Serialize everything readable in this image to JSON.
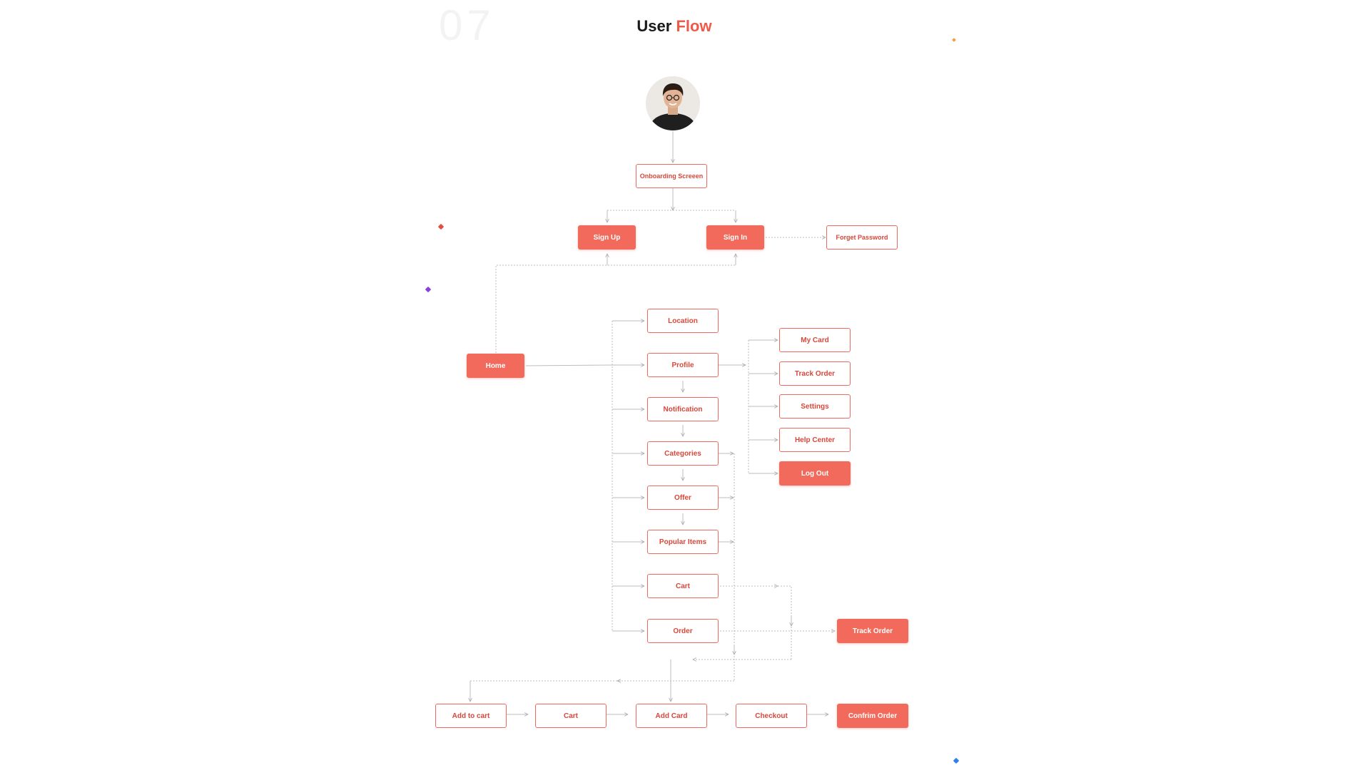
{
  "header": {
    "section_number": "07",
    "title_part1": "User",
    "title_part2": "Flow",
    "accent_color": "#ee5a4a"
  },
  "avatar": {
    "icon": "user-avatar-photo"
  },
  "nodes": {
    "onboarding": "Onboarding Screeen",
    "sign_up": "Sign Up",
    "sign_in": "Sign In",
    "forget_password": "Forget Password",
    "home": "Home",
    "location": "Location",
    "profile": "Profile",
    "notification": "Notification",
    "categories": "Categories",
    "offer": "Offer",
    "popular_items": "Popular Items",
    "cart": "Cart",
    "order": "Order",
    "my_card": "My Card",
    "track_order_profile": "Track Order",
    "settings": "Settings",
    "help_center": "Help Center",
    "log_out": "Log Out",
    "track_order_main": "Track Order",
    "add_to_cart": "Add to cart",
    "cart_bottom": "Cart",
    "add_card": "Add Card",
    "checkout": "Checkout",
    "confirm_order": "Confrim Order"
  },
  "colors": {
    "node_border": "#ee6a5c",
    "node_text": "#d8473a",
    "node_filled": "#f26a5b",
    "connector": "#b9b9b9"
  }
}
